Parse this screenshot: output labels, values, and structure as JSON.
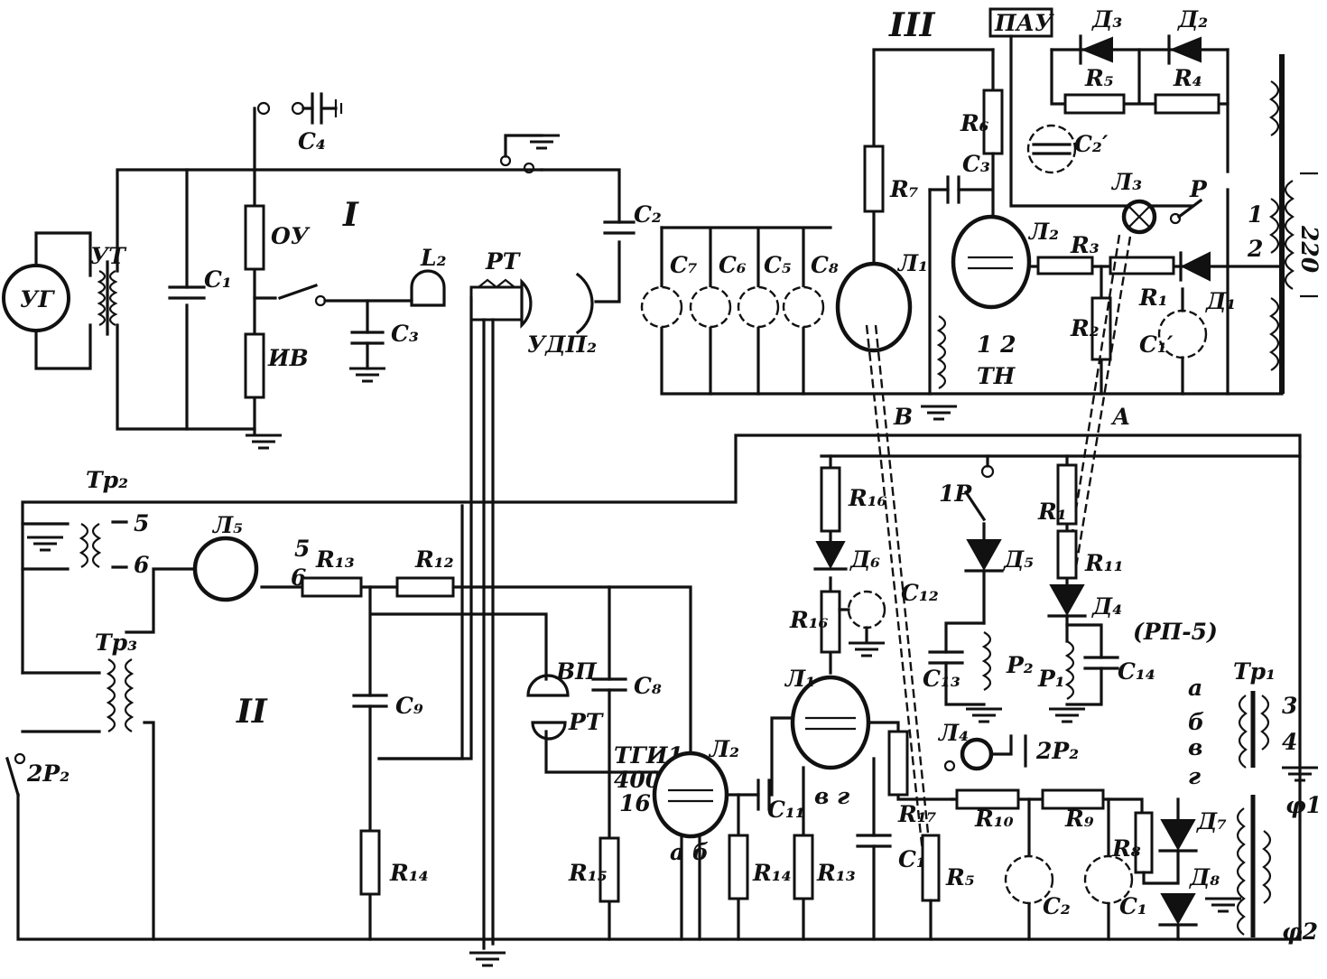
{
  "section_labels": {
    "s1": "I",
    "s2": "II",
    "s3": "III"
  },
  "labels": {
    "UG": "УГ",
    "UT": "УТ",
    "C1": "C₁",
    "C4": "C₄",
    "OU": "ОУ",
    "IV": "ИВ",
    "C3": "C₃",
    "L2": "L₂",
    "PT_top": "РТ",
    "UDP2": "УДП₂",
    "C2": "C₂",
    "C7": "C₇",
    "C6": "C₆",
    "C5": "C₅",
    "C8": "C₈",
    "R7": "R₇",
    "L1_top": "Л₁",
    "PAU": "ПАУ",
    "D3": "Д₃",
    "D2": "Д₂",
    "R5_top": "R₅",
    "R4": "R₄",
    "R6": "R₆",
    "C3_top": "C₃",
    "C2p": "C₂′",
    "L3": "Л₃",
    "P": "Р",
    "L2_top": "Л₂",
    "R3": "R₃",
    "R1_top": "R₁",
    "D1": "Д₁",
    "R2": "R₂",
    "C1p": "C₁′",
    "TN": "ТН",
    "TN12": "1 2",
    "sw1": "1",
    "sw2": "2",
    "v220": "220",
    "B": "В",
    "A": "А",
    "Tr2": "Тр₂",
    "L5": "Л₅",
    "t5a": "5",
    "t6a": "6",
    "t5b": "5",
    "t6b": "6",
    "R13": "R₁₃",
    "R12": "R₁₂",
    "Tr3": "Тр₃",
    "C9": "C₉",
    "VP": "ВП",
    "PT_bot": "РТ",
    "C8_bot": "C₈",
    "TGI": "ТГИ1-",
    "TGI2": "400/",
    "TGI3": "16",
    "L2_bot": "Л₂",
    "R15": "R₁₅",
    "R14_left": "R₁₄",
    "R14": "R₁₄",
    "C11": "C₁₁",
    "ab": "а б",
    "R16a": "R₁₆",
    "D6": "Д₆",
    "R16b": "R₁₆",
    "C12": "C₁₂",
    "L1_bot": "Л₁",
    "vg": "в г",
    "R13b": "R₁₃",
    "R17": "R₁₇",
    "C10": "C₁₀",
    "R5": "R₅",
    "1P": "1Р",
    "D5": "Д₅",
    "C13": "C₁₃",
    "P2": "P₂",
    "L4": "Л₄",
    "2P2": "2Р₂",
    "R1": "R₁",
    "R11": "R₁₁",
    "D4": "Д₄",
    "RP5": "(РП-5)",
    "P1": "P₁",
    "C14": "C₁₄",
    "Tr1": "Тр₁",
    "ta": "а",
    "tb": "б",
    "tv": "в",
    "tg": "г",
    "t3": "3",
    "t4": "4",
    "R10": "R₁₀",
    "R9": "R₉",
    "R8": "R₈",
    "C2b": "C₂",
    "C1b": "C₁",
    "D7": "Д₇",
    "D8": "Д₈",
    "phi1": "φ1",
    "phi2": "φ2",
    "2P2_left": "2Р₂"
  }
}
